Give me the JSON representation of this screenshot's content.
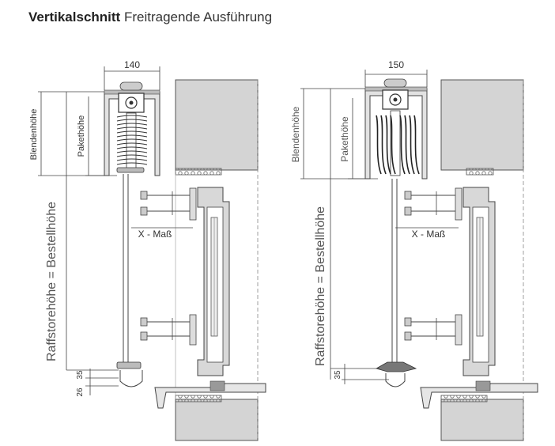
{
  "title": {
    "bold": "Vertikalschnitt",
    "rest": "Freitragende Ausführung"
  },
  "left": {
    "width_dim": "140",
    "blendenhoehe": "Blendenhöhe",
    "pakethoehe": "Pakethöhe",
    "x_mass": "X - Maß",
    "bestellhoehe": "Raffstorehöhe = Bestellhöhe",
    "dim_26": "26",
    "dim_35": "35"
  },
  "right": {
    "width_dim": "150",
    "blendenhoehe": "Blendenhöhe",
    "pakethoehe": "Pakethöhe",
    "x_mass": "X - Maß",
    "bestellhoehe": "Raffstorehöhe = Bestellhöhe",
    "dim_35": "35"
  }
}
